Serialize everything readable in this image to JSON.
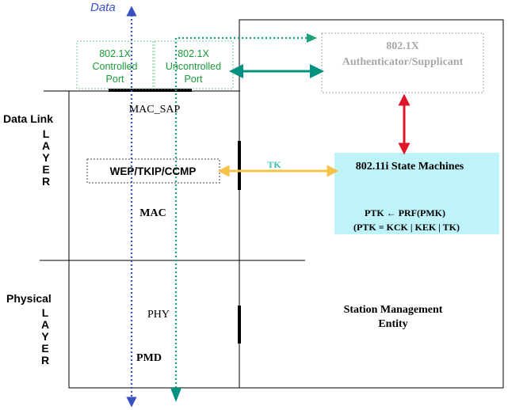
{
  "labels": {
    "data": "Data",
    "controlled_port": [
      "802.1X",
      "Controlled",
      "Port"
    ],
    "uncontrolled_port": [
      "802.1X",
      "Uncontrolled",
      "Port"
    ],
    "authenticator": [
      "802.1X",
      "Authenticator/Supplicant"
    ],
    "mac_sap": "MAC_SAP",
    "data_link": "Data Link",
    "layer": [
      "L",
      "A",
      "Y",
      "E",
      "R"
    ],
    "wep": "WEP/TKIP/CCMP",
    "tk": "TK",
    "state_machines": "802.11i State Machines",
    "ptk_line1": "PTK ← PRF(PMK)",
    "ptk_line2": "(PTK = KCK | KEK | TK)",
    "mac": "MAC",
    "physical": "Physical",
    "phy": "PHY",
    "pmd": "PMD",
    "sme": [
      "Station Management",
      "Entity"
    ]
  },
  "colors": {
    "data_arrow": "#3a4fc4",
    "port_text": "#1a9a3a",
    "port_border": "#7fc99a",
    "uncontrolled_dotted": "#1aa07a",
    "teal_arrow": "#00917f",
    "auth_text": "#a8a8a8",
    "red_arrow": "#e01628",
    "yellow_arrow": "#f4c44a",
    "tk_text": "#3dbfb3",
    "state_fill": "#bff3fa",
    "black": "#000000"
  }
}
